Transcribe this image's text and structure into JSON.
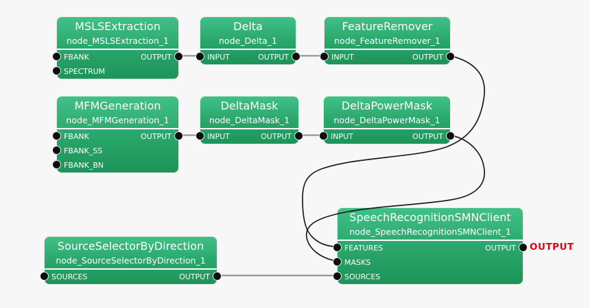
{
  "app": {
    "background_color": "#f7f7f7",
    "node_color_top": "#41c087",
    "node_color_bottom": "#1d9459",
    "wire_color": "#8a8a8a",
    "curve_color": "#1c1c1c",
    "terminal_color": "#e8000f"
  },
  "nodes": [
    {
      "title": "MSLSExtraction",
      "subtitle": "node_MSLSExtraction_1",
      "rows": [
        {
          "in": "FBANK",
          "out": "OUTPUT"
        },
        {
          "in": "SPECTRUM"
        }
      ]
    },
    {
      "title": "Delta",
      "subtitle": "node_Delta_1",
      "rows": [
        {
          "in": "INPUT",
          "out": "OUTPUT"
        }
      ]
    },
    {
      "title": "FeatureRemover",
      "subtitle": "node_FeatureRemover_1",
      "rows": [
        {
          "in": "INPUT",
          "out": "OUTPUT"
        }
      ]
    },
    {
      "title": "MFMGeneration",
      "subtitle": "node_MFMGeneration_1",
      "rows": [
        {
          "in": "FBANK",
          "out": "OUTPUT"
        },
        {
          "in": "FBANK_SS"
        },
        {
          "in": "FBANK_BN"
        }
      ]
    },
    {
      "title": "DeltaMask",
      "subtitle": "node_DeltaMask_1",
      "rows": [
        {
          "in": "INPUT",
          "out": "OUTPUT"
        }
      ]
    },
    {
      "title": "DeltaPowerMask",
      "subtitle": "node_DeltaPowerMask_1",
      "rows": [
        {
          "in": "INPUT",
          "out": "OUTPUT"
        }
      ]
    },
    {
      "title": "SpeechRecognitionSMNClient",
      "subtitle": "node_SpeechRecognitionSMNClient_1",
      "rows": [
        {
          "in": "FEATURES",
          "out": "OUTPUT"
        },
        {
          "in": "MASKS"
        },
        {
          "in": "SOURCES"
        }
      ]
    },
    {
      "title": "SourceSelectorByDirection",
      "subtitle": "node_SourceSelectorByDirection_1",
      "rows": [
        {
          "in": "SOURCES",
          "out": "OUTPUT"
        }
      ]
    }
  ],
  "edges": [
    {
      "from": "node_MSLSExtraction_1.OUTPUT",
      "to": "node_Delta_1.INPUT"
    },
    {
      "from": "node_Delta_1.OUTPUT",
      "to": "node_FeatureRemover_1.INPUT"
    },
    {
      "from": "node_MFMGeneration_1.OUTPUT",
      "to": "node_DeltaMask_1.INPUT"
    },
    {
      "from": "node_DeltaMask_1.OUTPUT",
      "to": "node_DeltaPowerMask_1.INPUT"
    },
    {
      "from": "node_FeatureRemover_1.OUTPUT",
      "to": "node_SpeechRecognitionSMNClient_1.FEATURES"
    },
    {
      "from": "node_DeltaPowerMask_1.OUTPUT",
      "to": "node_SpeechRecognitionSMNClient_1.MASKS"
    },
    {
      "from": "node_SourceSelectorByDirection_1.OUTPUT",
      "to": "node_SpeechRecognitionSMNClient_1.SOURCES"
    },
    {
      "from": "node_SpeechRecognitionSMNClient_1.OUTPUT",
      "to": "network-output-terminal"
    }
  ],
  "terminal": {
    "label": "OUTPUT"
  }
}
